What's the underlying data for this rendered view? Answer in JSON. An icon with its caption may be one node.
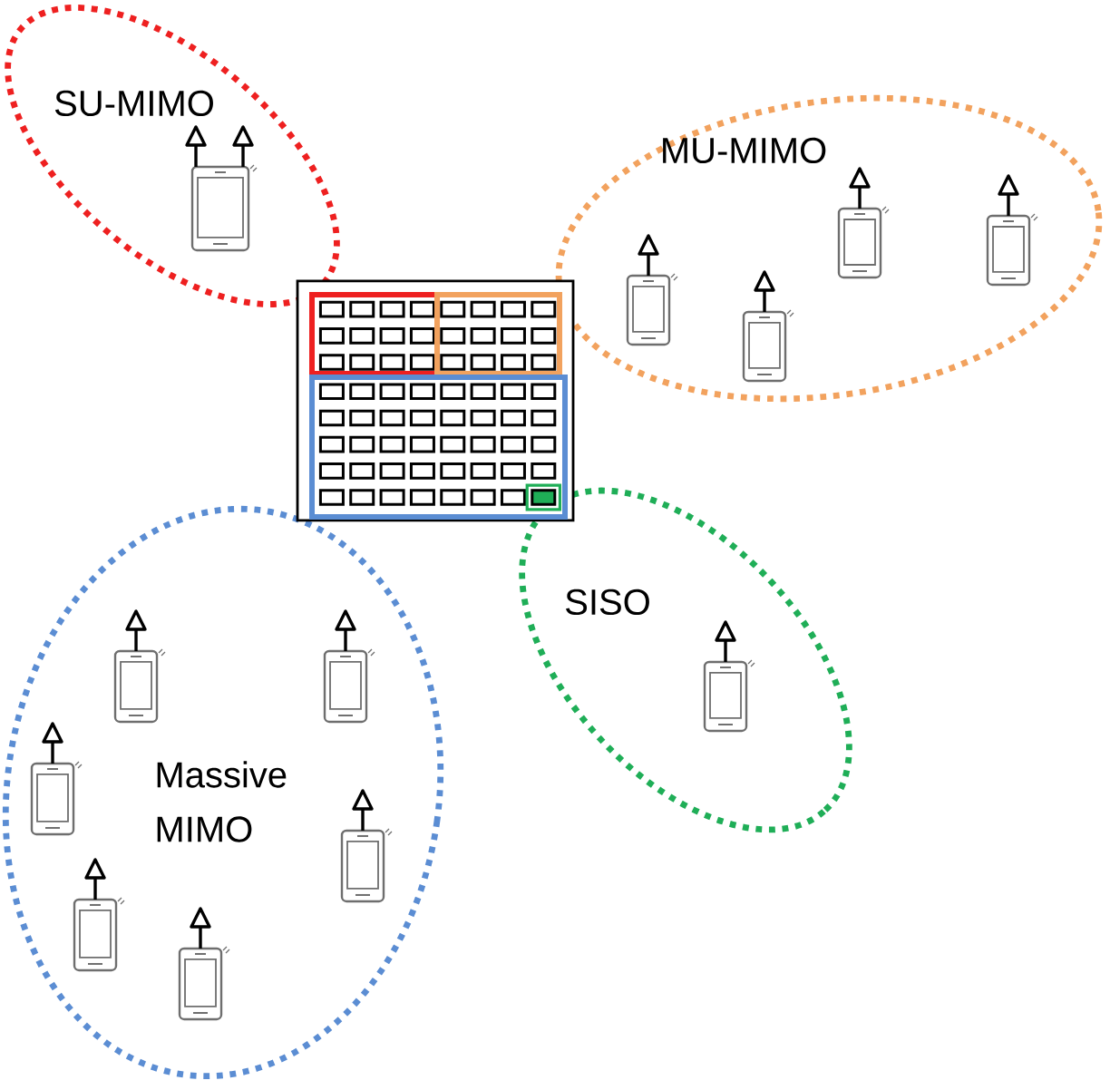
{
  "diagram": {
    "nodes": [
      {
        "text": [
          "SU-MIMO"
        ]
      },
      {
        "text": [
          "MU-MIMO"
        ]
      },
      {
        "text": [
          "Massive MIMO"
        ]
      },
      {
        "text": [
          "SISO"
        ]
      }
    ]
  }
}
